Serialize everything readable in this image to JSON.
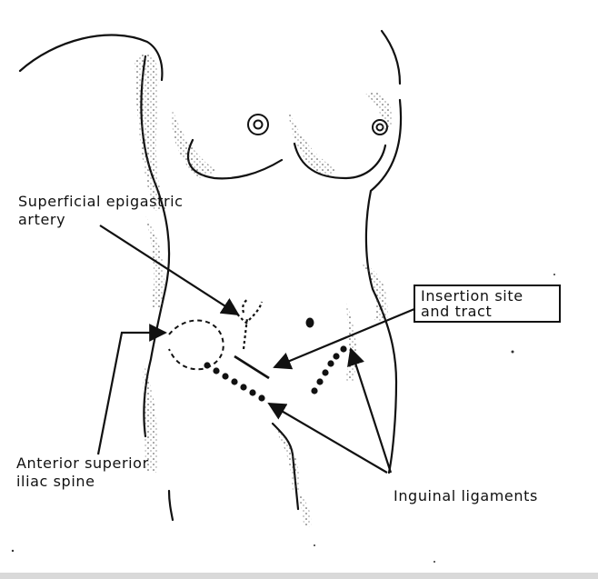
{
  "labels": {
    "epigastric": {
      "line1": "Superficial epigastric",
      "line2": "artery"
    },
    "insertion": {
      "line1": "Insertion site",
      "line2": "and tract"
    },
    "asis": {
      "line1": "Anterior superior",
      "line2": "iliac spine"
    },
    "inguinal": {
      "line1": "Inguinal ligaments"
    }
  },
  "colors": {
    "ink": "#111111",
    "stipple": "#444444",
    "background": "#ffffff"
  }
}
